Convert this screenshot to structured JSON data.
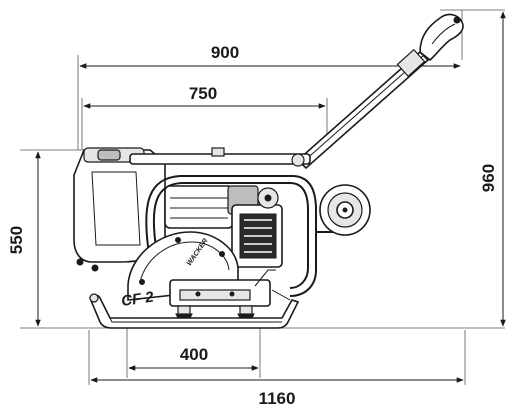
{
  "dimensions": {
    "top_width": "900",
    "frame_width": "750",
    "total_length": "1160",
    "plate_width": "400",
    "body_height": "550",
    "total_height": "960"
  },
  "machine": {
    "model_label": "CF 2",
    "brand_label": "WACKER"
  }
}
